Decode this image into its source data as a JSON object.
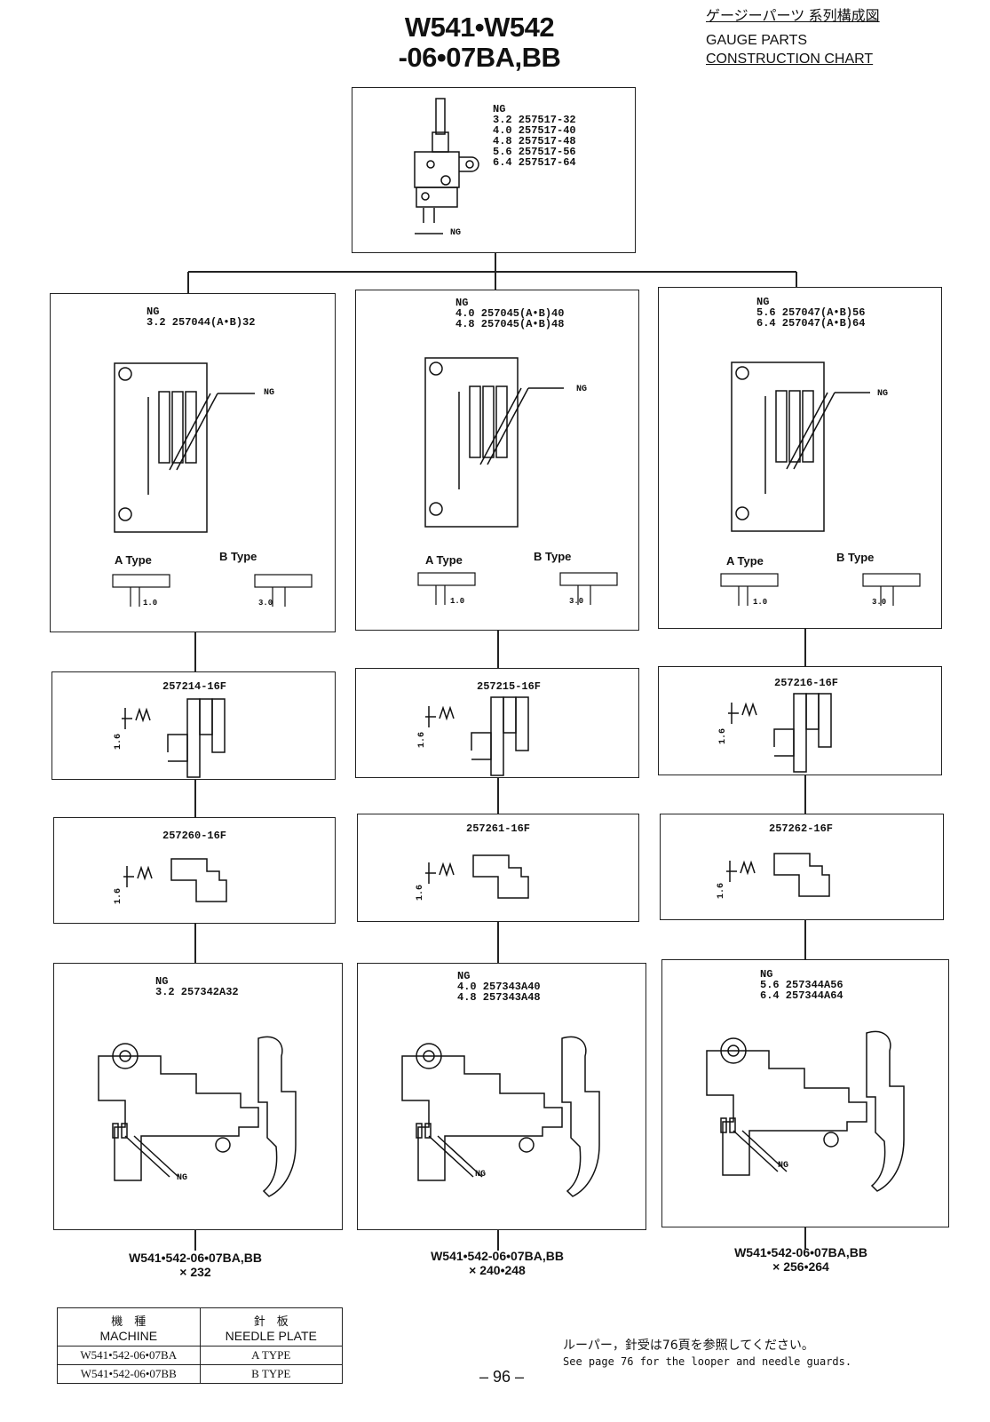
{
  "header": {
    "title_line1": "W541•W542",
    "title_line2": "-06•07BA,BB",
    "jp_title": "ゲージーパーツ 系列構成図",
    "en_title_1": "GAUGE PARTS",
    "en_title_2": "CONSTRUCTION CHART"
  },
  "top_part": {
    "ng_label": "NG",
    "list": "3.2 257517-32\n4.0 257517-40\n4.8 257517-48\n5.6 257517-56\n6.4 257517-64",
    "dim_label": "NG"
  },
  "columns": [
    {
      "plate": {
        "ng": "NG",
        "list": "3.2 257044(A•B)32",
        "ng_pointer": "NG",
        "a_type": "A Type",
        "b_type": "B Type",
        "a_dim": "1.0",
        "b_dim": "3.0"
      },
      "feed_dog": {
        "part": "257214-16F",
        "dim": "1.6"
      },
      "feed_dog2": {
        "part": "257260-16F",
        "dim": "1.6"
      },
      "presser": {
        "ng": "NG",
        "list": "3.2 257342A32",
        "ng_pointer": "NG"
      },
      "caption_1": "W541•542-06•07BA,BB",
      "caption_2": "× 232"
    },
    {
      "plate": {
        "ng": "NG",
        "list": "4.0 257045(A•B)40\n4.8 257045(A•B)48",
        "ng_pointer": "NG",
        "a_type": "A Type",
        "b_type": "B Type",
        "a_dim": "1.0",
        "b_dim": "3.0"
      },
      "feed_dog": {
        "part": "257215-16F",
        "dim": "1.6"
      },
      "feed_dog2": {
        "part": "257261-16F",
        "dim": "1.6"
      },
      "presser": {
        "ng": "NG",
        "list": "4.0 257343A40\n4.8 257343A48",
        "ng_pointer": "NG"
      },
      "caption_1": "W541•542-06•07BA,BB",
      "caption_2": "× 240•248"
    },
    {
      "plate": {
        "ng": "NG",
        "list": "5.6 257047(A•B)56\n6.4 257047(A•B)64",
        "ng_pointer": "NG",
        "a_type": "A Type",
        "b_type": "B Type",
        "a_dim": "1.0",
        "b_dim": "3.0"
      },
      "feed_dog": {
        "part": "257216-16F",
        "dim": "1.6"
      },
      "feed_dog2": {
        "part": "257262-16F",
        "dim": "1.6"
      },
      "presser": {
        "ng": "NG",
        "list": "5.6 257344A56\n6.4 257344A64",
        "ng_pointer": "NG"
      },
      "caption_1": "W541•542-06•07BA,BB",
      "caption_2": "× 256•264"
    }
  ],
  "machine_table": {
    "header_machine_jp": "機　種",
    "header_machine_en": "MACHINE",
    "header_plate_jp": "針　板",
    "header_plate_en": "NEEDLE PLATE",
    "rows": [
      {
        "machine": "W541•542-06•07BA",
        "plate": "A TYPE"
      },
      {
        "machine": "W541•542-06•07BB",
        "plate": "B TYPE"
      }
    ]
  },
  "note": {
    "jp": "ルーパー，針受は76頁を参照してください。",
    "en": "See page 76 for the looper and needle guards."
  },
  "page_number": "– 96 –"
}
